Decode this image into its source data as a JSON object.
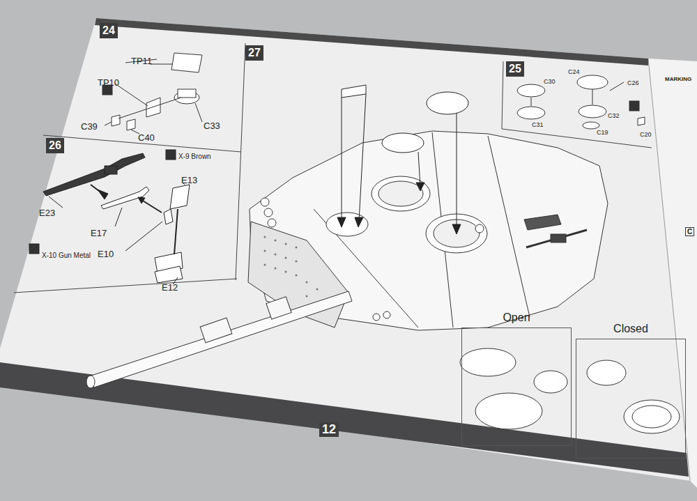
{
  "diagram": {
    "nodes": [
      {
        "text": [
          "24"
        ]
      },
      {
        "text": [
          "26"
        ]
      },
      {
        "text": [
          "27"
        ]
      },
      {
        "text": [
          "25"
        ]
      },
      {
        "text": [
          "Open"
        ]
      },
      {
        "text": [
          "Closed"
        ]
      },
      {
        "text": [
          "MARKING"
        ]
      },
      {
        "text": [
          "C"
        ]
      },
      {
        "text": [
          "12"
        ]
      }
    ],
    "labels": [
      "TP11",
      "TP10",
      "C39",
      "C40",
      "C33",
      "X-9 Brown",
      "E23",
      "E13",
      "E17",
      "E10",
      "X-10 Gun Metal",
      "E12",
      "C24",
      "C30",
      "C26",
      "C32",
      "C31",
      "C19",
      "C20"
    ]
  }
}
